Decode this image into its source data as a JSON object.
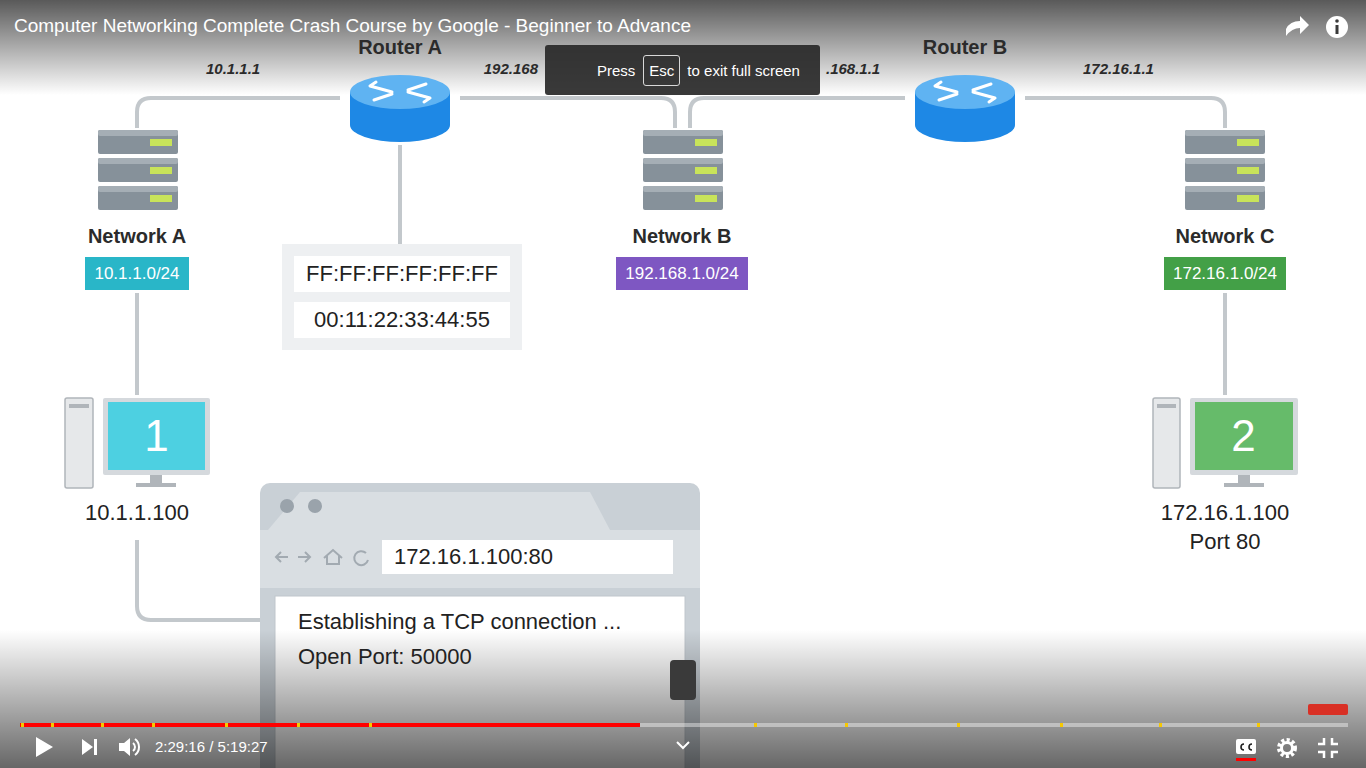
{
  "diagram": {
    "title": "Computer Networking Complete Crash Course by Google - Beginner to Advance",
    "nodes": [
      {
        "text": [
          "Router A"
        ]
      },
      {
        "text": [
          "Press",
          "to exit full screen"
        ]
      },
      {
        "text": [
          "Esc"
        ],
        "in": 1
      },
      {
        "text": [
          "Router B"
        ]
      },
      {
        "text": [
          "Network A",
          "10.1.1.0/24"
        ]
      },
      {
        "text": [
          "FF:FF:FF:FF:FF:FF",
          "00:11:22:33:44:55"
        ]
      },
      {
        "text": [
          "Network B",
          "192.168.1.0/24"
        ]
      },
      {
        "text": [
          "Network C",
          "172.16.1.0/24"
        ]
      },
      {
        "text": [
          "1",
          "10.1.1.100"
        ]
      },
      {
        "text": [
          "2",
          "172.16.1.100 Port 80"
        ]
      },
      {
        "text": [
          "172.16.1.100:80",
          "Establishing a TCP connection ...",
          "Open Port: 50000"
        ]
      }
    ],
    "edges": [
      {
        "from": 0,
        "to": 4,
        "label": "10.1.1.1",
        "arrow": "none"
      },
      {
        "from": 0,
        "to": 6,
        "label": "192.168",
        "arrow": "none"
      },
      {
        "from": 6,
        "to": 3,
        "label": ".168.1.1",
        "arrow": "none"
      },
      {
        "from": 3,
        "to": 7,
        "label": "172.16.1.1",
        "arrow": "none"
      },
      {
        "from": 0,
        "to": 5,
        "arrow": "none"
      },
      {
        "from": 4,
        "to": 8,
        "arrow": "none"
      },
      {
        "from": 7,
        "to": 9,
        "arrow": "none"
      },
      {
        "from": 8,
        "to": 10,
        "arrow": "none"
      }
    ],
    "labels": [
      "2:29:16 / 5:19:27"
    ]
  }
}
